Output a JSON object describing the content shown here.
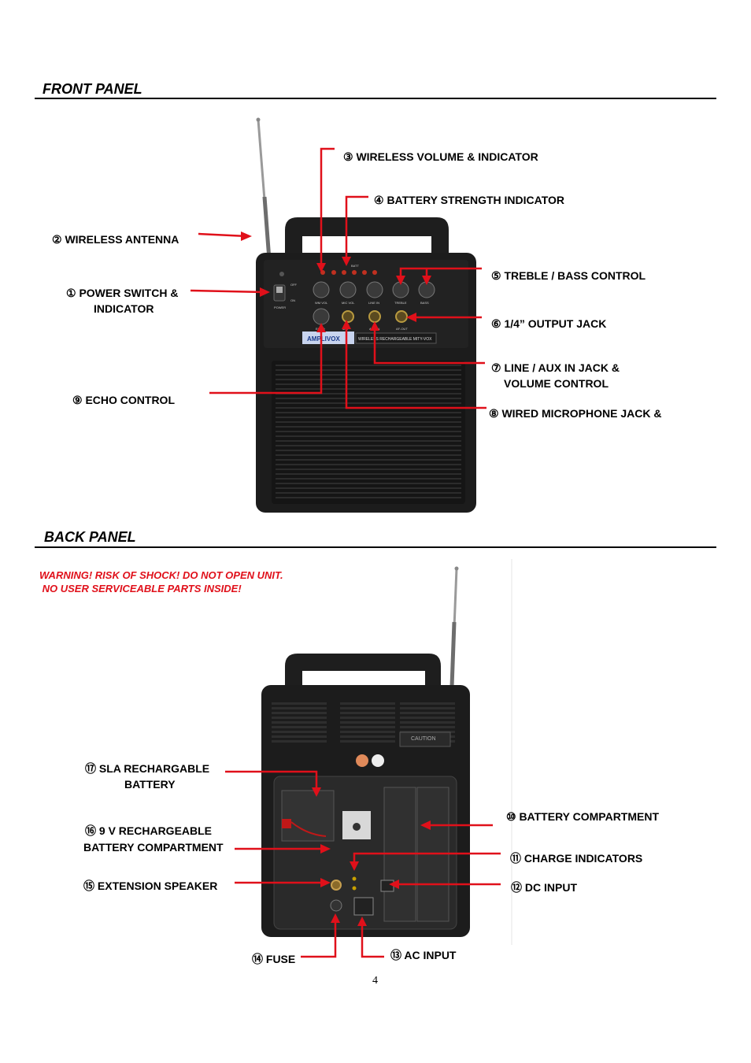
{
  "front_panel": {
    "heading": "FRONT PANEL",
    "labels": {
      "wireless_volume": "③ WIRELESS VOLUME & INDICATOR",
      "battery_strength": "④ BATTERY STRENGTH INDICATOR",
      "wireless_antenna": "② WIRELESS ANTENNA",
      "power_switch_1": "① POWER SWITCH &",
      "power_switch_2": "INDICATOR",
      "treble_bass": "⑤ TREBLE / BASS CONTROL",
      "output_jack": "⑥ 1/4” OUTPUT JACK",
      "line_aux_1": "⑦ LINE / AUX IN JACK &",
      "line_aux_2": "VOLUME CONTROL",
      "echo": "⑨ ECHO CONTROL",
      "wired_mic": "⑧ WIRED MICROPHONE JACK &"
    },
    "device": {
      "led_caption": "BATT",
      "knob_labels": [
        "WM VOL",
        "MIC VOL",
        "LINE IN",
        "TREBLE",
        "BASS"
      ],
      "jack_labels": [
        "ECHO",
        "MIC",
        "AUX IN",
        "AF-OUT"
      ],
      "switch_off": "OFF",
      "switch_on": "ON",
      "power_caption": "POWER",
      "logo": "AMPLIVOX",
      "model": "WIRELESS RECHARGEABLE MITY-VOX"
    }
  },
  "back_panel": {
    "heading": "BACK PANEL",
    "warning": "WARNING! RISK OF SHOCK! DO NOT OPEN UNIT.\n NO USER SERVICEABLE PARTS INSIDE!",
    "labels": {
      "sla_1": "⑰ SLA RECHARGABLE",
      "sla_2": "BATTERY",
      "nine_v_1": "⑯ 9 V RECHARGEABLE",
      "nine_v_2": "BATTERY COMPARTMENT",
      "ext_speaker": "⑮ EXTENSION SPEAKER",
      "battery_compartment": "⑩ BATTERY COMPARTMENT",
      "charge_indicators": "⑪ CHARGE INDICATORS",
      "dc_input": "⑫ DC INPUT",
      "fuse": "⑭ FUSE",
      "ac_input": "⑬ AC INPUT"
    },
    "device": {
      "caution": "CAUTION"
    }
  },
  "page_number": "4",
  "colors": {
    "callout": "#e0101a",
    "device_body": "#1c1c1c"
  }
}
